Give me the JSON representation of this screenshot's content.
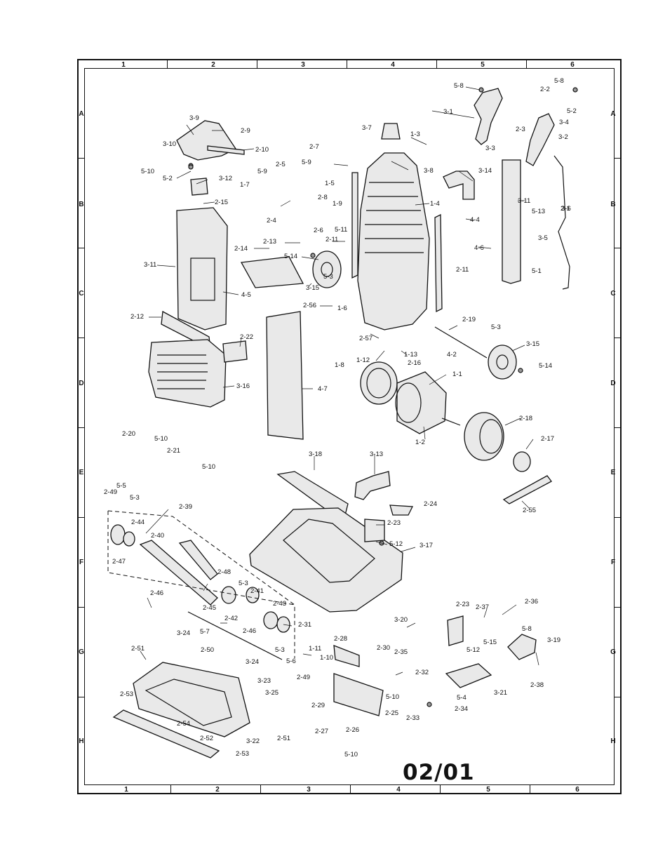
{
  "grid": {
    "columns": [
      "1",
      "2",
      "3",
      "4",
      "5",
      "6"
    ],
    "rows": [
      "A",
      "B",
      "C",
      "D",
      "E",
      "F",
      "G",
      "H"
    ]
  },
  "date_code": "02/01",
  "part_labels": [
    "5-8",
    "3-1",
    "5-8",
    "2-2",
    "5-2",
    "3-9",
    "2-9",
    "3-7",
    "1-3",
    "3-4",
    "3-2",
    "2-3",
    "3-10",
    "2-10",
    "2-7",
    "3-3",
    "3-8",
    "3-14",
    "5-10",
    "5-2",
    "3-12",
    "5-9",
    "2-5",
    "5-9",
    "1-5",
    "1-7",
    "2-15",
    "2-8",
    "1-9",
    "3-11",
    "1-4",
    "3-6",
    "5-13",
    "2-1",
    "2-4",
    "2-6",
    "5-11",
    "4-4",
    "2-13",
    "2-11",
    "3-5",
    "2-14",
    "5-14",
    "4-6",
    "2-11",
    "5-1",
    "3-11",
    "5-3",
    "3-15",
    "4-5",
    "2-56",
    "1-6",
    "2-12",
    "2-19",
    "5-3",
    "2-22",
    "2-57",
    "1-13",
    "4-2",
    "3-15",
    "1-8",
    "1-12",
    "2-16",
    "5-14",
    "3-16",
    "4-7",
    "1-1",
    "2-18",
    "2-20",
    "5-10",
    "1-2",
    "2-21",
    "2-17",
    "5-10",
    "3-18",
    "3-13",
    "2-55",
    "5-5",
    "2-49",
    "5-3",
    "2-39",
    "2-24",
    "2-44",
    "2-23",
    "2-40",
    "5-12",
    "3-17",
    "2-47",
    "2-48",
    "5-3",
    "2-41",
    "2-46",
    "2-45",
    "2-43",
    "2-42",
    "2-31",
    "2-46",
    "2-23",
    "2-37",
    "2-36",
    "3-20",
    "5-8",
    "3-24",
    "5-7",
    "2-28",
    "2-51",
    "2-50",
    "1-11",
    "2-30",
    "5-15",
    "3-19",
    "5-12",
    "3-24",
    "5-3",
    "1-10",
    "2-35",
    "5-6",
    "2-49",
    "3-23",
    "2-32",
    "3-21",
    "2-38",
    "5-10",
    "3-25",
    "2-53",
    "2-29",
    "2-25",
    "5-4",
    "2-33",
    "2-34",
    "2-54",
    "2-27",
    "2-26",
    "2-52",
    "3-22",
    "2-51",
    "5-10",
    "2-53"
  ]
}
